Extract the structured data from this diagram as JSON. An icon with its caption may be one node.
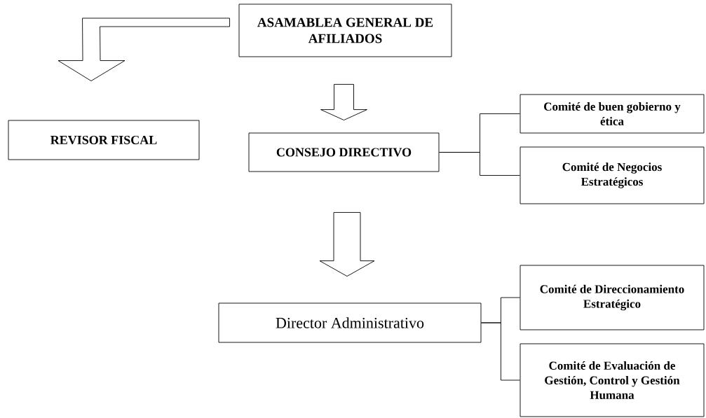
{
  "diagram": {
    "nodes": [
      {
        "text": [
          "ASAMABLEA GENERAL DE AFILIADOS"
        ]
      },
      {
        "text": [
          "REVISOR FISCAL"
        ]
      },
      {
        "text": [
          "CONSEJO DIRECTIVO"
        ]
      },
      {
        "text": [
          "Comité de buen gobierno y ética"
        ]
      },
      {
        "text": [
          "Comité de Negocios Estratégicos"
        ]
      },
      {
        "text": [
          "Director Administrativo"
        ]
      },
      {
        "text": [
          "Comité de Direccionamiento Estratégico"
        ]
      },
      {
        "text": [
          "Comité de Evaluación de Gestión, Control y Gestión Humana"
        ]
      }
    ],
    "edges": [
      {
        "from": 0,
        "to": 1,
        "arrow": "to"
      },
      {
        "from": 0,
        "to": 2,
        "arrow": "to"
      },
      {
        "from": 2,
        "to": 3,
        "arrow": "none"
      },
      {
        "from": 2,
        "to": 4,
        "arrow": "none"
      },
      {
        "from": 2,
        "to": 5,
        "arrow": "to"
      },
      {
        "from": 5,
        "to": 6,
        "arrow": "none"
      },
      {
        "from": 5,
        "to": 7,
        "arrow": "none"
      }
    ]
  }
}
